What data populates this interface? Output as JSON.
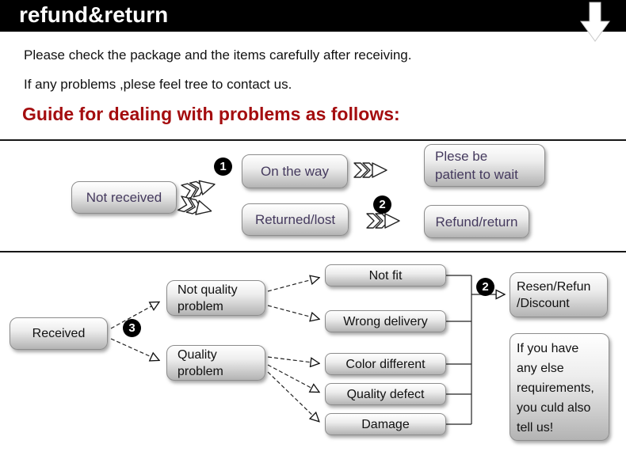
{
  "banner": {
    "title": "refund&return",
    "bg_color": "#000000",
    "arrow_icon": "down-arrow"
  },
  "intro": {
    "line1": "Please check the package and the items carefully after receiving.",
    "line2": "If any problems ,plese feel tree to contact us."
  },
  "heading": {
    "text": "Guide for dealing with problems as follows:",
    "color": "#a40d0f"
  },
  "flow_not_received": {
    "not_received": "Not received",
    "step1": "1",
    "on_the_way": "On the way",
    "patient": "Plese be\npatient to wait",
    "returned_lost": "Returned/lost",
    "step2": "2",
    "refund_return": "Refund/return"
  },
  "flow_received": {
    "received": "Received",
    "step3": "3",
    "not_quality_problem": "Not quality\nproblem",
    "quality_problem": "Quality\nproblem",
    "not_fit": "Not fit",
    "wrong_delivery": "Wrong delivery",
    "color_different": "Color different",
    "quality_defect": "Quality defect",
    "damage": "Damage",
    "step2b": "2",
    "resolution": "Resen/Refun\n/Discount",
    "note": "If you have\nany else\nrequirements,\nyou culd also\ntell us!"
  },
  "colors": {
    "banner_bg": "#000000",
    "heading_red": "#a40d0f",
    "box_text_purple": "#453a5e",
    "box_gradient_top": "#ffffff",
    "box_gradient_bottom": "#b3b3b3"
  }
}
